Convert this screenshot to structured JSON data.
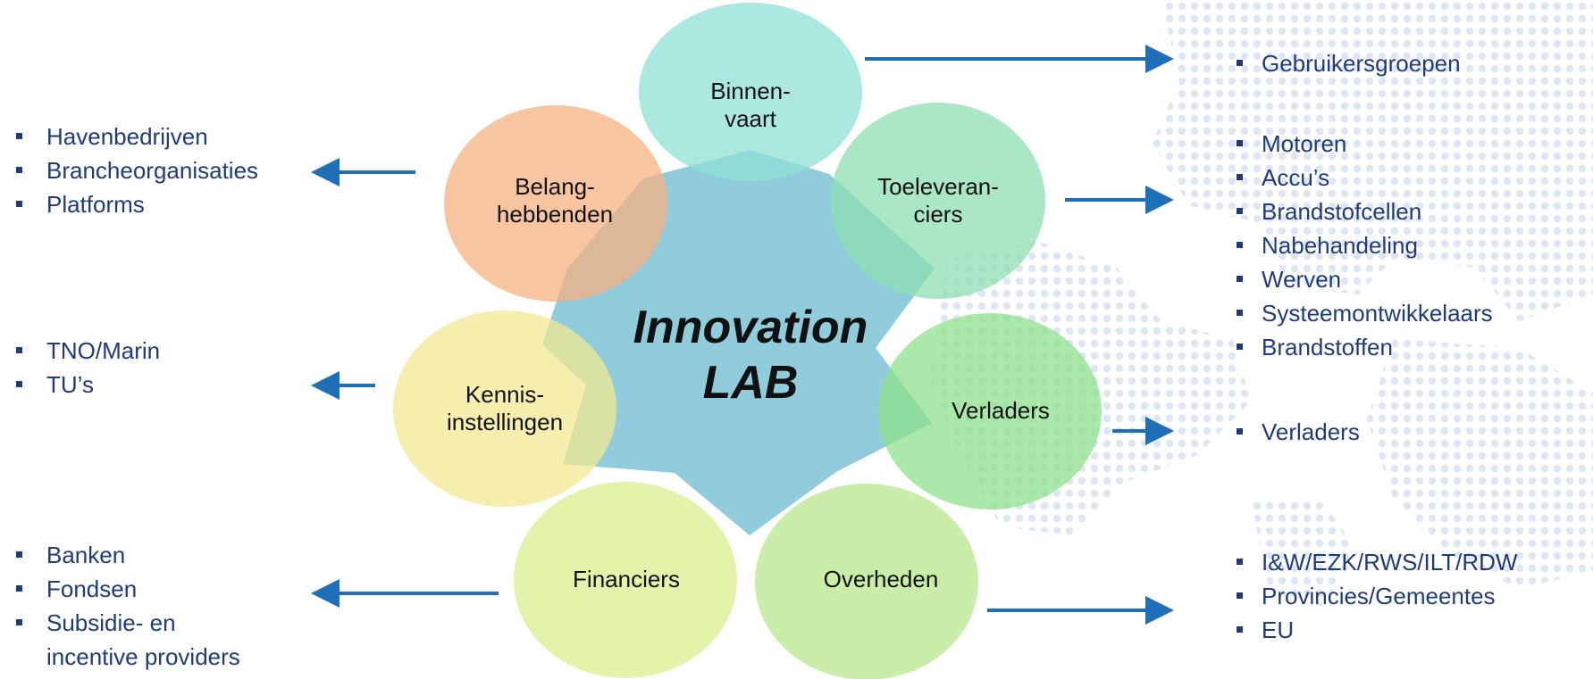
{
  "center": {
    "line1": "Innovation",
    "line2": "LAB"
  },
  "circles": [
    {
      "id": "binnenvaart",
      "line1": "Binnen-",
      "line2": "vaart",
      "color": "#8ee0d6"
    },
    {
      "id": "toeleveranciers",
      "line1": "Toeleveran-",
      "line2": "ciers",
      "color": "#8edfb2"
    },
    {
      "id": "verladers",
      "line1": "Verladers",
      "line2": "",
      "color": "#8ee18c"
    },
    {
      "id": "overheden",
      "line1": "Overheden",
      "line2": "",
      "color": "#b8e88e"
    },
    {
      "id": "financiers",
      "line1": "Financiers",
      "line2": "",
      "color": "#daf08e"
    },
    {
      "id": "kennisinstellingen",
      "line1": "Kennis-",
      "line2": "instellingen",
      "color": "#f1e890"
    },
    {
      "id": "belanghebbenden",
      "line1": "Belang-",
      "line2": "hebbenden",
      "color": "#f5b282"
    }
  ],
  "lists": {
    "gebruikers": [
      "Gebruikersgroepen"
    ],
    "toeleveranciers": [
      "Motoren",
      "Accu’s",
      "Brandstofcellen",
      "Nabehandeling",
      "Werven",
      "Systeemontwikkelaars",
      "Brandstoffen"
    ],
    "verladers": [
      "Verladers"
    ],
    "overheden": [
      "I&W/EZK/RWS/ILT/RDW",
      "Provincies/Gemeentes",
      "EU"
    ],
    "belanghebbenden": [
      "Havenbedrijven",
      "Brancheorganisaties",
      "Platforms"
    ],
    "kennis": [
      "TNO/Marin",
      "TU’s"
    ],
    "financiers": [
      "Banken",
      "Fondsen",
      "Subsidie- en",
      "incentive providers"
    ]
  },
  "colors": {
    "arrow": "#1f6fb8",
    "text": "#1f3b7a",
    "star": "#7ec3d6"
  }
}
